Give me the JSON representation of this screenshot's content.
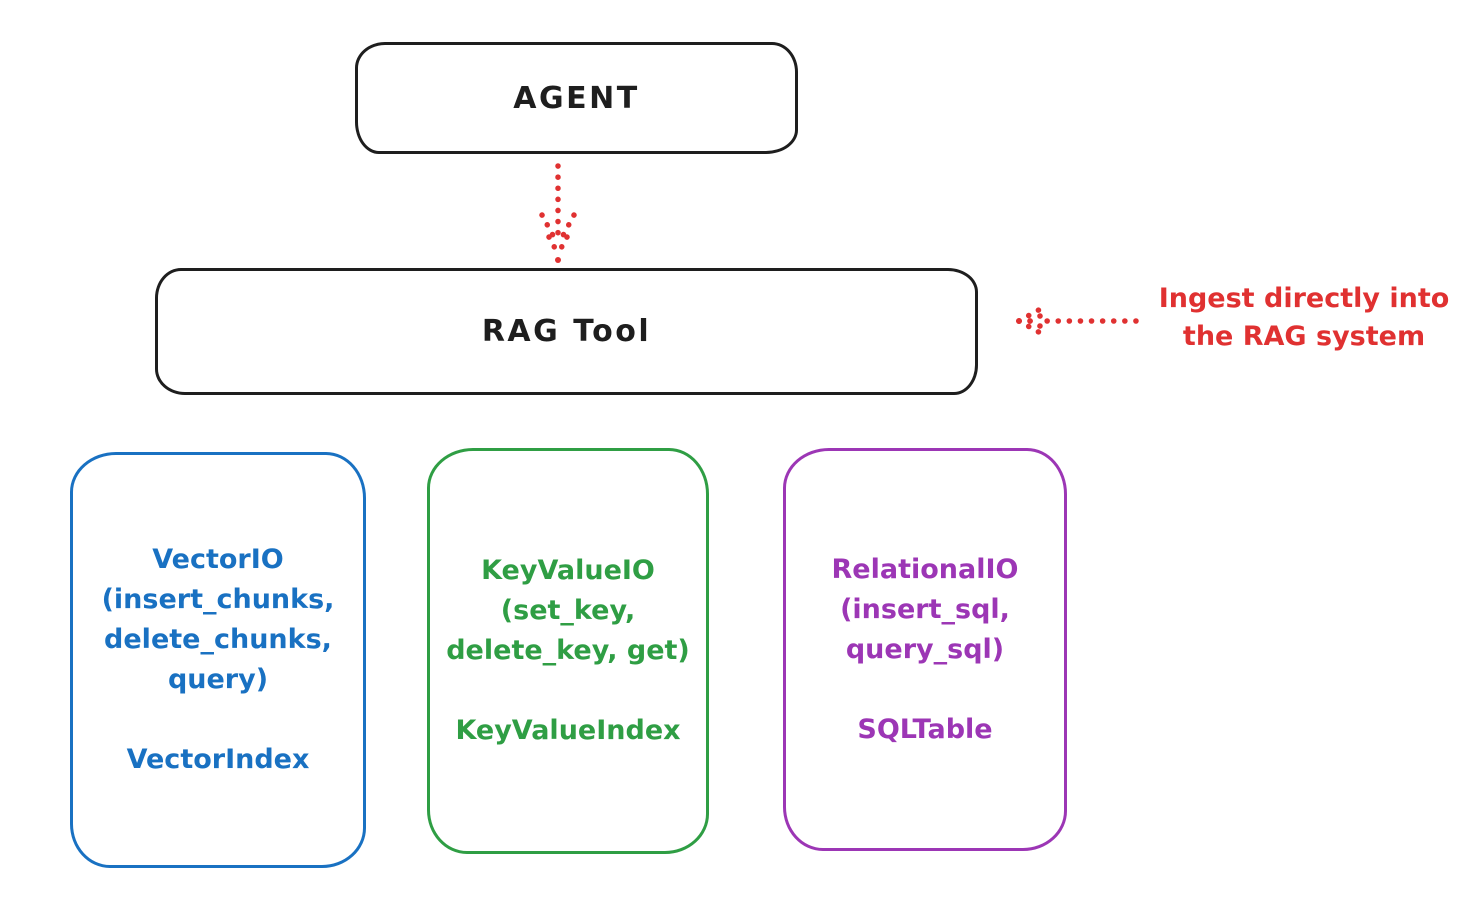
{
  "canvas": {
    "background": "#ffffff",
    "ink": "#1e1e1e"
  },
  "agent": {
    "label": "AGENT"
  },
  "rag_tool": {
    "label": "RAG Tool"
  },
  "flow_arrow": {
    "color": "#e03131",
    "direction": "down"
  },
  "annotation": {
    "color": "#e03131",
    "line1": "Ingest directly into",
    "line2": "the RAG system",
    "arrow_direction": "left"
  },
  "stores": [
    {
      "name": "vector-io",
      "color": "#1971c2",
      "io_lines": [
        "VectorIO",
        "(insert_chunks,",
        "delete_chunks,",
        "query)"
      ],
      "index_label": "VectorIndex"
    },
    {
      "name": "keyvalue-io",
      "color": "#2f9e44",
      "io_lines": [
        "KeyValueIO",
        "(set_key,",
        "delete_key, get)"
      ],
      "index_label": "KeyValueIndex"
    },
    {
      "name": "relational-io",
      "color": "#9c36b5",
      "io_lines": [
        "RelationalIO",
        "(insert_sql,",
        "query_sql)"
      ],
      "index_label": "SQLTable"
    }
  ]
}
